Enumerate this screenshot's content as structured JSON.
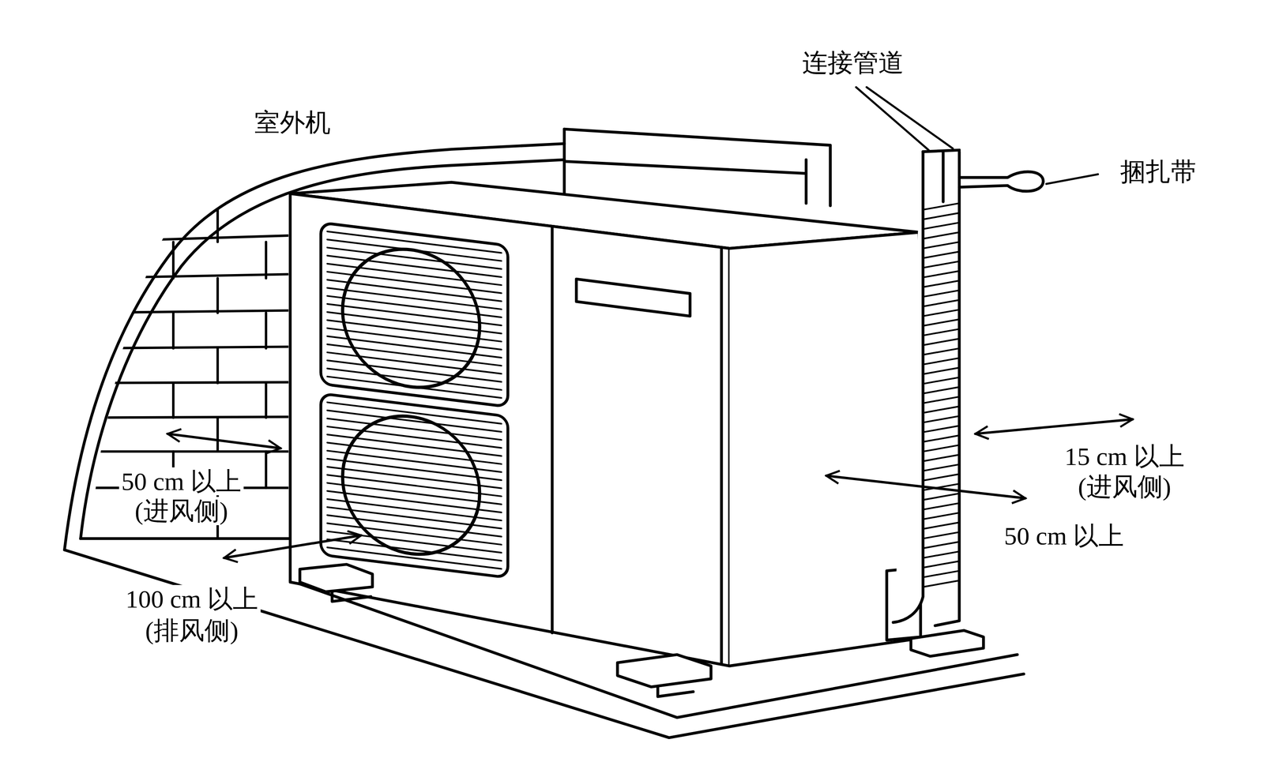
{
  "diagram": {
    "labels": [
      "连接管道",
      "室外机",
      "捆扎带",
      "15 cm 以上",
      "(进风侧)",
      "50 cm 以上",
      "50 cm 以上",
      "(进风侧)",
      "100 cm 以上",
      "(排风侧)"
    ]
  }
}
